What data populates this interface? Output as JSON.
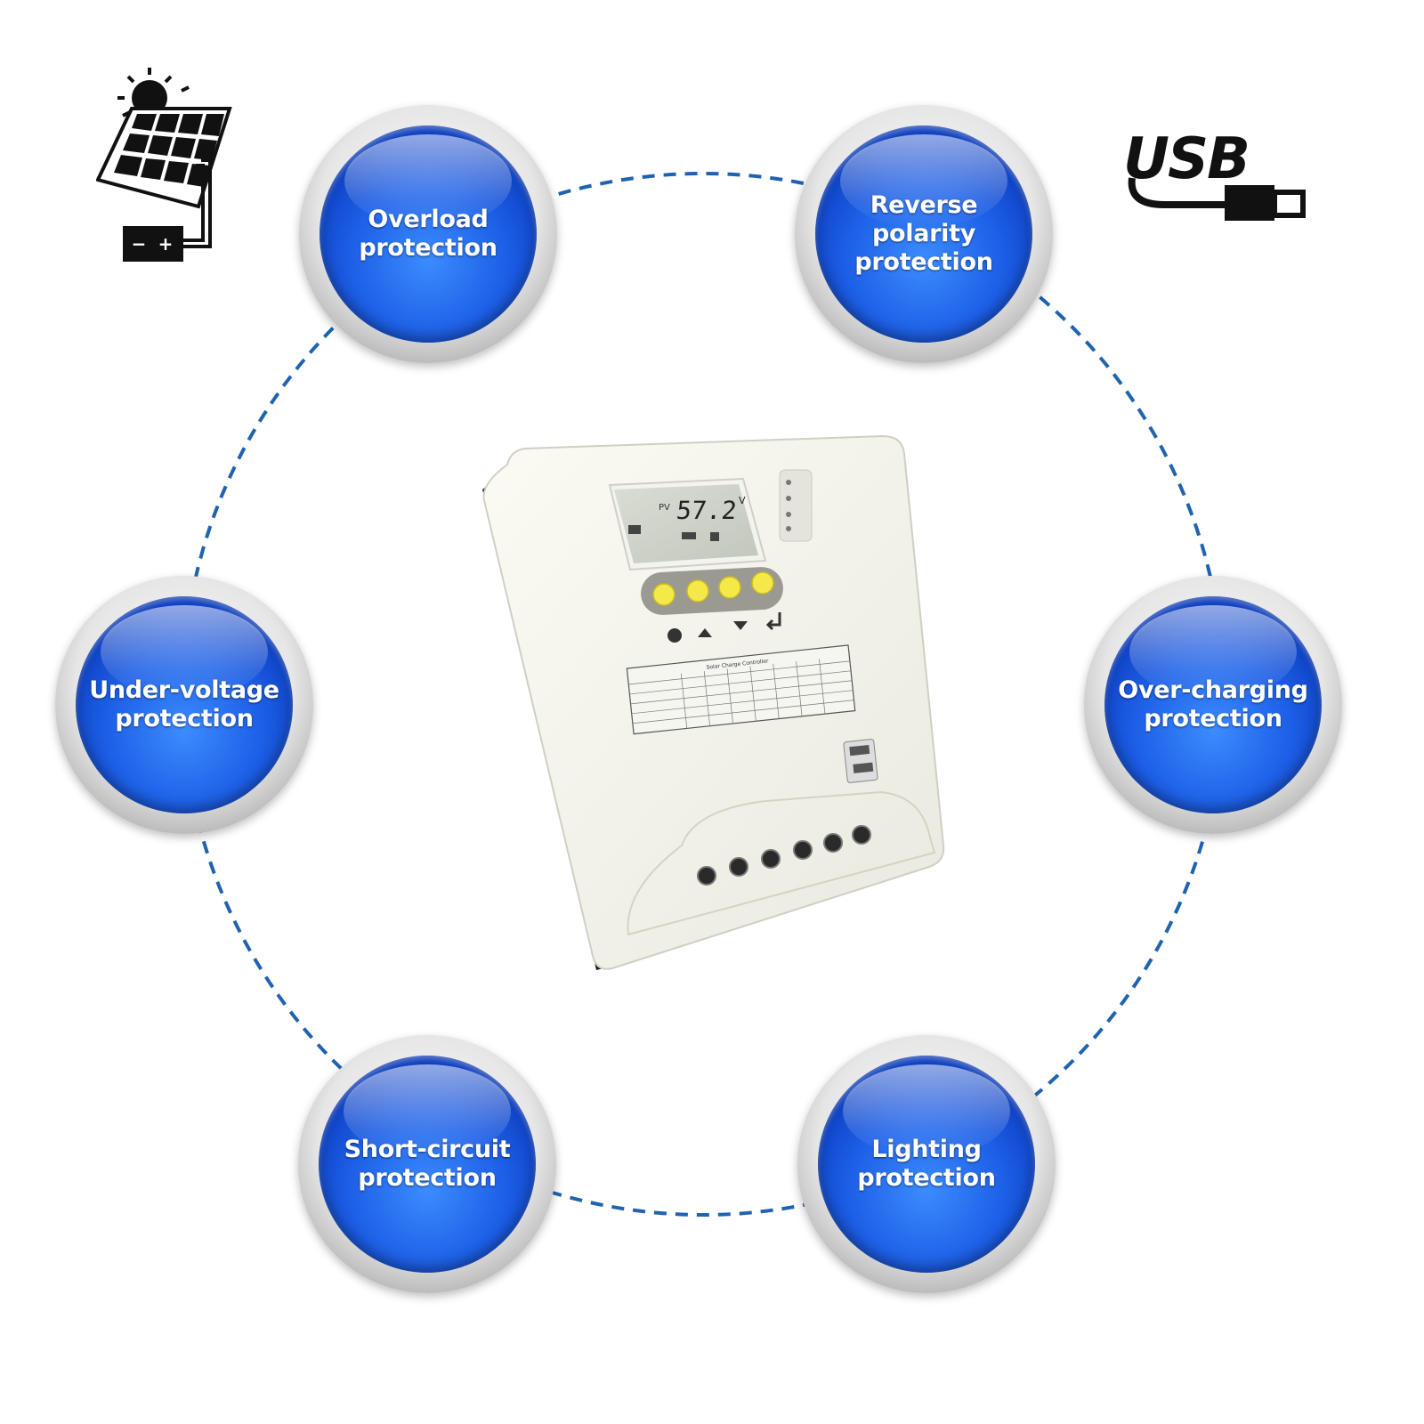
{
  "badges": {
    "overload": {
      "line1": "Overload",
      "line2": "protection"
    },
    "reverse_polarity": {
      "line1": "Reverse polarity",
      "line2": "protection"
    },
    "under_voltage": {
      "line1": "Under-voltage",
      "line2": "protection"
    },
    "over_charging": {
      "line1": "Over-charging",
      "line2": "protection"
    },
    "short_circuit": {
      "line1": "Short-circuit",
      "line2": "protection"
    },
    "lighting": {
      "line1": "Lighting",
      "line2": "protection"
    }
  },
  "logos": {
    "usb": "USB",
    "battery_minus": "−",
    "battery_plus": "+"
  },
  "device": {
    "lcd_reading": "57.2",
    "lcd_unit": "V",
    "lcd_label": "PV",
    "spec_title": "Solar Charge Controller"
  },
  "colors": {
    "badge_blue": "#1d5fe6",
    "ring_dash": "#1f63b0",
    "button_yellow": "#f5e94a"
  },
  "icons": [
    "solar-panel-icon",
    "battery-icon",
    "usb-icon",
    "gear-icon",
    "up-arrow-icon",
    "down-arrow-icon",
    "enter-icon"
  ]
}
